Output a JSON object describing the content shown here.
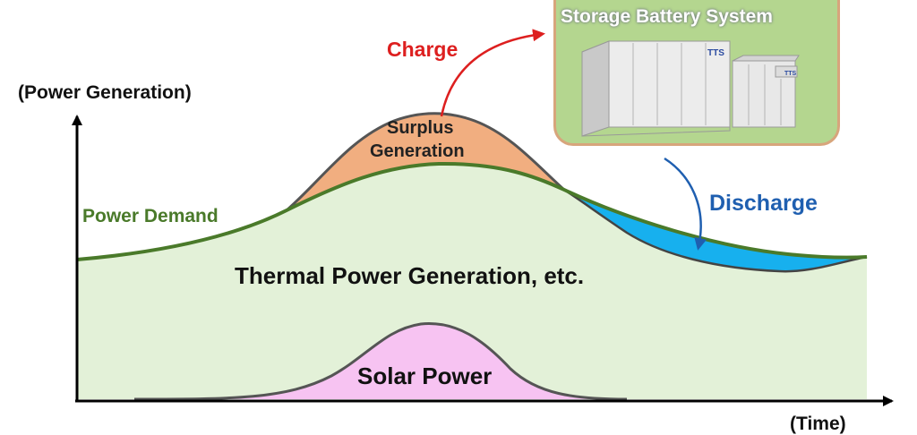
{
  "labels": {
    "y_axis": "(Power Generation)",
    "x_axis": "(Time)",
    "power_demand": "Power Demand",
    "surplus_line1": "Surplus",
    "surplus_line2": "Generation",
    "thermal": "Thermal Power Generation, etc.",
    "solar": "Solar Power",
    "charge": "Charge",
    "discharge": "Discharge",
    "storage_title": "Storage Battery System",
    "battery_logo_text": "TTS"
  },
  "colors": {
    "demand_line": "#4a7a2a",
    "thermal_fill": "#e3f1d8",
    "surplus_fill": "#f1ae80",
    "discharge_fill": "#17b0ee",
    "solar_fill": "#f7c3f2",
    "charge_arrow": "#dd1f1f",
    "discharge_arrow": "#1f5fb0",
    "storage_bg": "#b4d68f",
    "storage_border": "#d7a57c"
  }
}
